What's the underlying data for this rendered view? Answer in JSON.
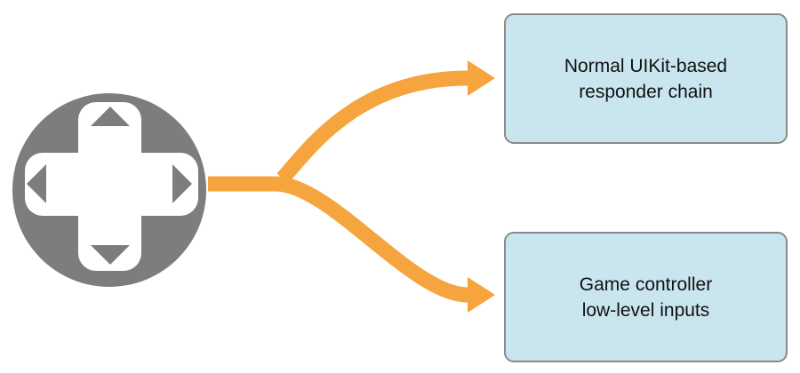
{
  "diagram": {
    "source_node": {
      "icon": "dpad-icon",
      "description": "game controller directional pad"
    },
    "branches": [
      {
        "label": "Normal UIKit-based\nresponder chain"
      },
      {
        "label": "Game controller\nlow-level inputs"
      }
    ]
  },
  "colors": {
    "arrow": "#F5A43E",
    "dpad_gray": "#7D7D7D",
    "dpad_cutout": "#FFFFFF",
    "box_fill": "#C9E5EE",
    "box_border": "#8A8A8A",
    "text": "#111111",
    "background": "#FFFFFF"
  }
}
